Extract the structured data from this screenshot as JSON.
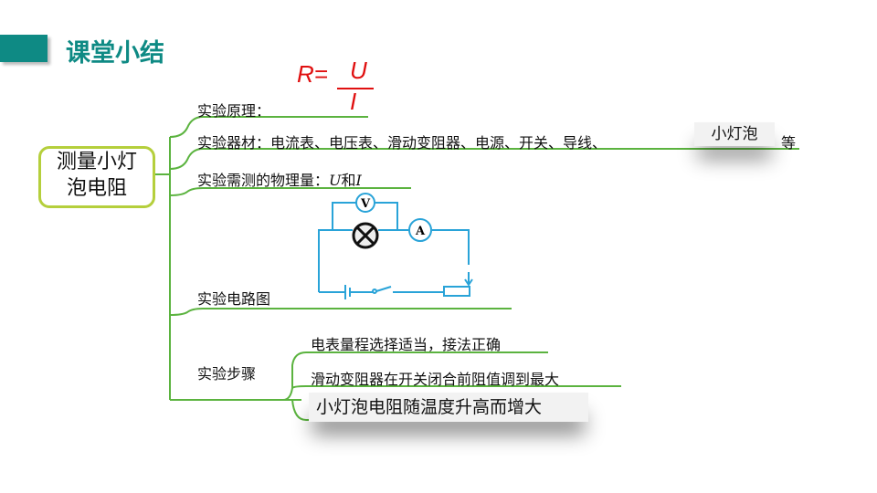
{
  "header": {
    "title": "课堂小结"
  },
  "center": {
    "line1": "测量小灯",
    "line2": "泡电阻"
  },
  "branches": {
    "principle": "实验原理：",
    "formula": {
      "lhs": "R=",
      "numerator": "U",
      "denominator": "I"
    },
    "equipment": "实验器材：电流表、电压表、滑动变阻器、电源、开关、导线、",
    "equipment_end": "等",
    "equipment_popup": "小灯泡",
    "quantities_prefix": "实验需测的物理量：",
    "quantities_u": "U",
    "quantities_and": "和",
    "quantities_i": "I",
    "circuit": "实验电路图",
    "steps": "实验步骤"
  },
  "circuit": {
    "voltmeter": "V",
    "ammeter": "A"
  },
  "steps": [
    "电表量程选择适当，接法正确",
    "滑动变阻器在开关闭合前阻值调到最大",
    "小灯泡电阻随温度升高而增大"
  ],
  "colors": {
    "accent": "#0e8a84",
    "line": "#5bb33f",
    "circuit": "#29a3d8",
    "formula": "#e01010"
  }
}
